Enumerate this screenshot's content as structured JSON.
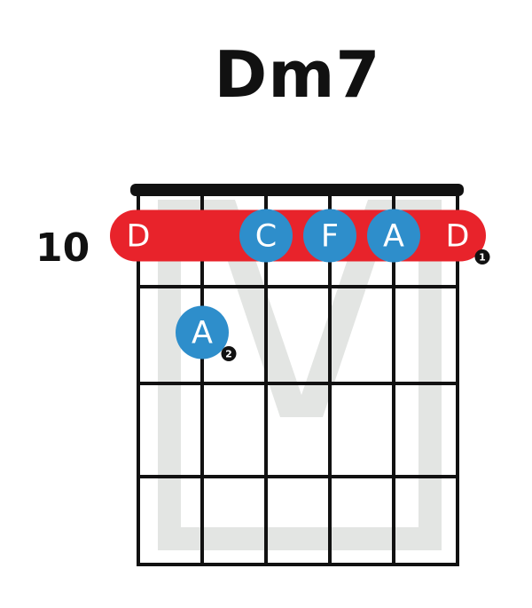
{
  "chord": {
    "name": "Dm7",
    "start_fret": "10"
  },
  "colors": {
    "barre": "#e8232b",
    "note": "#2e8ecb",
    "grid": "#111111",
    "finger": "#111111",
    "watermark": "#e3e5e3"
  },
  "barre": {
    "fret": 1,
    "from_string": 1,
    "to_string": 6,
    "finger": "1"
  },
  "notes": [
    {
      "string": 1,
      "fret": 1,
      "label": "D",
      "style": "barre"
    },
    {
      "string": 3,
      "fret": 1,
      "label": "C",
      "style": "note"
    },
    {
      "string": 4,
      "fret": 1,
      "label": "F",
      "style": "note"
    },
    {
      "string": 5,
      "fret": 1,
      "label": "A",
      "style": "note"
    },
    {
      "string": 6,
      "fret": 1,
      "label": "D",
      "style": "barre"
    },
    {
      "string": 2,
      "fret": 2,
      "label": "A",
      "style": "note",
      "finger": "2"
    }
  ]
}
